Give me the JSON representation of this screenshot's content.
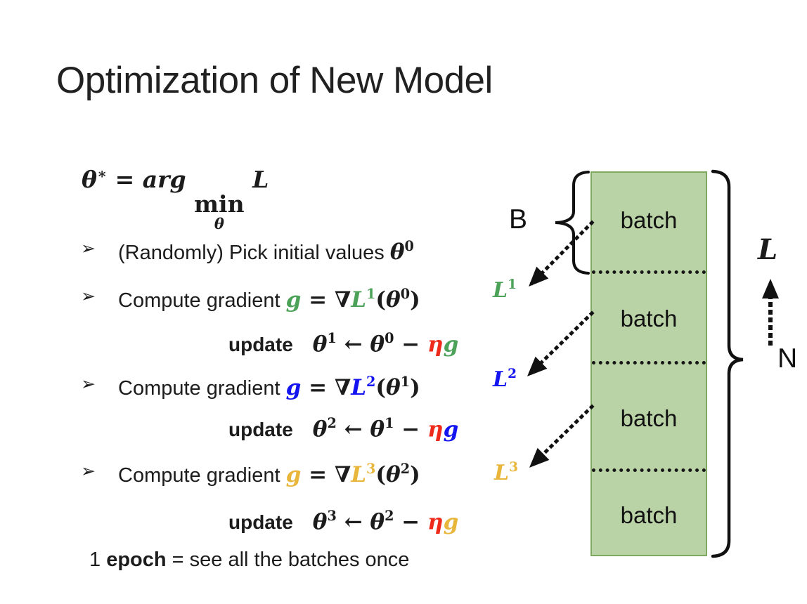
{
  "title": "Optimization of New Model",
  "colors": {
    "green": "#4ba258",
    "blue": "#1414f0",
    "gold": "#e9b63c",
    "red": "#ee2b1b",
    "ink": "#151515",
    "batch_fill": "#b9d3a6",
    "batch_border": "#7fa961"
  },
  "objective": {
    "theta": "θ",
    "star": "∗",
    "equals": " = ",
    "arg": "arg",
    "min": "min",
    "min_sub": "θ",
    "loss": "L"
  },
  "bullet_init": {
    "marker": "➢",
    "text": "(Randomly) Pick initial values ",
    "theta": "θ",
    "sup": "0"
  },
  "steps": [
    {
      "marker": "➢",
      "lead": "Compute gradient ",
      "g": "g",
      "equals": " = ",
      "nabla": "∇",
      "L": "L",
      "loss_sup": "1",
      "open": "(",
      "theta_in": "θ",
      "theta_in_sup": "0",
      "close": ")",
      "tag_L": "L",
      "tag_sup": "1",
      "update_word": "update",
      "theta_new": "θ",
      "theta_new_sup": "1",
      "arrow": " ← ",
      "theta_old": "θ",
      "theta_old_sup": "0",
      "minus": " − ",
      "eta": "η",
      "ug": "g"
    },
    {
      "marker": "➢",
      "lead": "Compute gradient ",
      "g": "g",
      "equals": " = ",
      "nabla": "∇",
      "L": "L",
      "loss_sup": "2",
      "open": "(",
      "theta_in": "θ",
      "theta_in_sup": "1",
      "close": ")",
      "tag_L": "L",
      "tag_sup": "2",
      "update_word": "update",
      "theta_new": "θ",
      "theta_new_sup": "2",
      "arrow": " ← ",
      "theta_old": "θ",
      "theta_old_sup": "1",
      "minus": " − ",
      "eta": "η",
      "ug": "g"
    },
    {
      "marker": "➢",
      "lead": "Compute gradient ",
      "g": "g",
      "equals": " = ",
      "nabla": "∇",
      "L": "L",
      "loss_sup": "3",
      "open": "(",
      "theta_in": "θ",
      "theta_in_sup": "2",
      "close": ")",
      "tag_L": "L",
      "tag_sup": "3",
      "update_word": "update",
      "theta_new": "θ",
      "theta_new_sup": "3",
      "arrow": " ← ",
      "theta_old": "θ",
      "theta_old_sup": "2",
      "minus": " − ",
      "eta": "η",
      "ug": "g"
    }
  ],
  "epoch_note": {
    "prefix": "1 ",
    "keyword": "epoch",
    "rest": " = see all the batches once"
  },
  "diagram": {
    "b_label": "B",
    "n_label": "N",
    "l_label": "L",
    "batches": [
      {
        "label": "batch"
      },
      {
        "label": "batch"
      },
      {
        "label": "batch"
      },
      {
        "label": "batch"
      }
    ]
  }
}
